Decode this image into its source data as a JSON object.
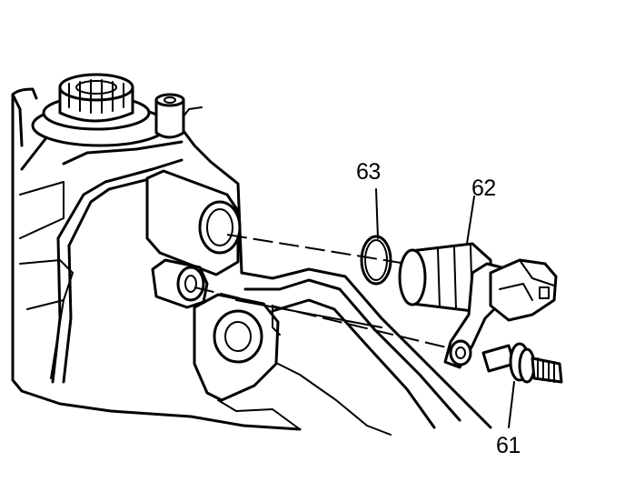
{
  "callouts": {
    "o_ring": "63",
    "sensor": "62",
    "bolt": "61"
  }
}
